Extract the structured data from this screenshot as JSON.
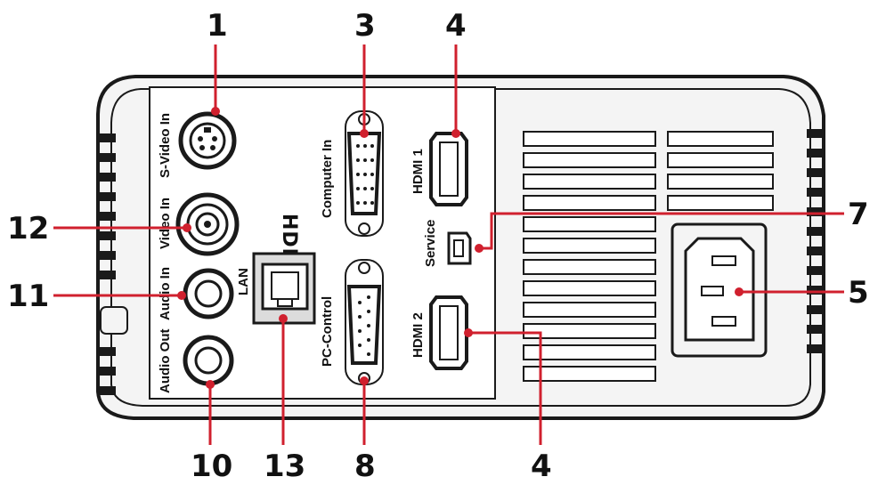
{
  "ports": {
    "s_video_in": "S-Video In",
    "video_in": "Video In",
    "audio_in": "Audio In",
    "audio_out": "Audio Out",
    "computer_in": "Computer In",
    "pc_control": "PC-Control",
    "hdmi1": "HDMI 1",
    "hdmi2": "HDMI 2",
    "service": "Service",
    "lan": "LAN",
    "hdmi_logo": "HDMI"
  },
  "callouts": {
    "c1": "1",
    "c3": "3",
    "c4_top": "4",
    "c7": "7",
    "c12": "12",
    "c11": "11",
    "c5": "5",
    "c10": "10",
    "c13": "13",
    "c8": "8",
    "c4_bottom": "4"
  },
  "colors": {
    "leader": "#d0202e",
    "body": "#1a1a1a",
    "panel": "#ffffff"
  }
}
